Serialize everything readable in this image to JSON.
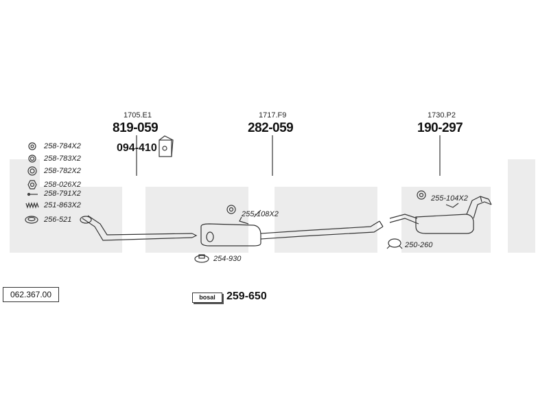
{
  "reference_number": "062.367.00",
  "assemblies": [
    {
      "oe_code": "1705.E1",
      "part_number": "819-059"
    },
    {
      "oe_code": "1717.F9",
      "part_number": "282-059"
    },
    {
      "oe_code": "1730.P2",
      "part_number": "190-297"
    }
  ],
  "bracket_part": "094-410",
  "fittings_left": [
    "258-784X2",
    "258-783X2",
    "258-782X2",
    "258-026X2",
    "258-791X2",
    "251-863X2",
    "256-521"
  ],
  "fitting_center": "255-108X2",
  "clamp_center": "254-930",
  "fitting_rear": "255-104X2",
  "hanger_rear": "250-260",
  "mounting_kit": {
    "badge_text": "bosal",
    "part_number": "259-650"
  },
  "watermark_brand": "bosal",
  "colors": {
    "line": "#333333",
    "watermark": "#ececec"
  }
}
